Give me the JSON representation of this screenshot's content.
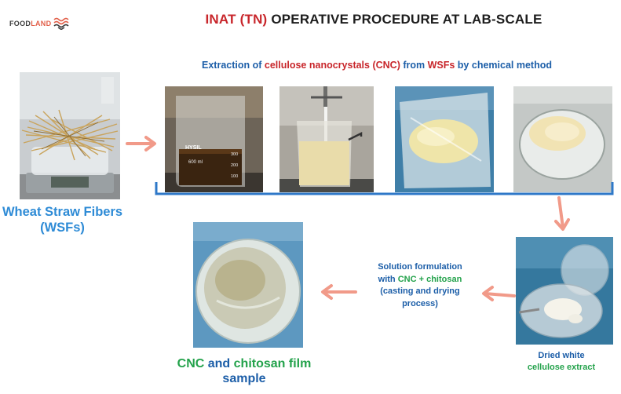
{
  "logo": {
    "text_a": "FOOD",
    "text_b": "LAND"
  },
  "title": {
    "part_red": "INAT (TN)",
    "part_dark": " OPERATIVE PROCEDURE AT LAB-SCALE"
  },
  "subtitle": {
    "part1": "Extraction of ",
    "part2_red": "cellulose nanocrystals (CNC)",
    "part3": " from ",
    "part4_red": "WSFs",
    "part5": " by chemical method"
  },
  "wsf_label": {
    "line1": "Wheat Straw Fibers",
    "line2": "(WSFs)"
  },
  "solution_label": {
    "line1": "Solution formulation",
    "line2_a": "with ",
    "line2_b": "CNC + chitosan",
    "line3": "(casting and drying",
    "line4": "process)"
  },
  "dried_label": {
    "line1": "Dried white",
    "line2": "cellulose extract"
  },
  "film_label": {
    "part_a": "CNC",
    "part_b": " and ",
    "part_c": "chitosan film",
    "line2": "sample"
  },
  "photo1_text": {
    "brand": "HYSIL",
    "volume": "600 ml",
    "mark_300": "300",
    "mark_200": "200",
    "mark_100": "100"
  },
  "colors": {
    "arrow": "#f19a89",
    "bracket": "#2e78c8",
    "blue_text": "#1c5ea8",
    "red_text": "#c8262b",
    "green_text": "#23a24b"
  }
}
